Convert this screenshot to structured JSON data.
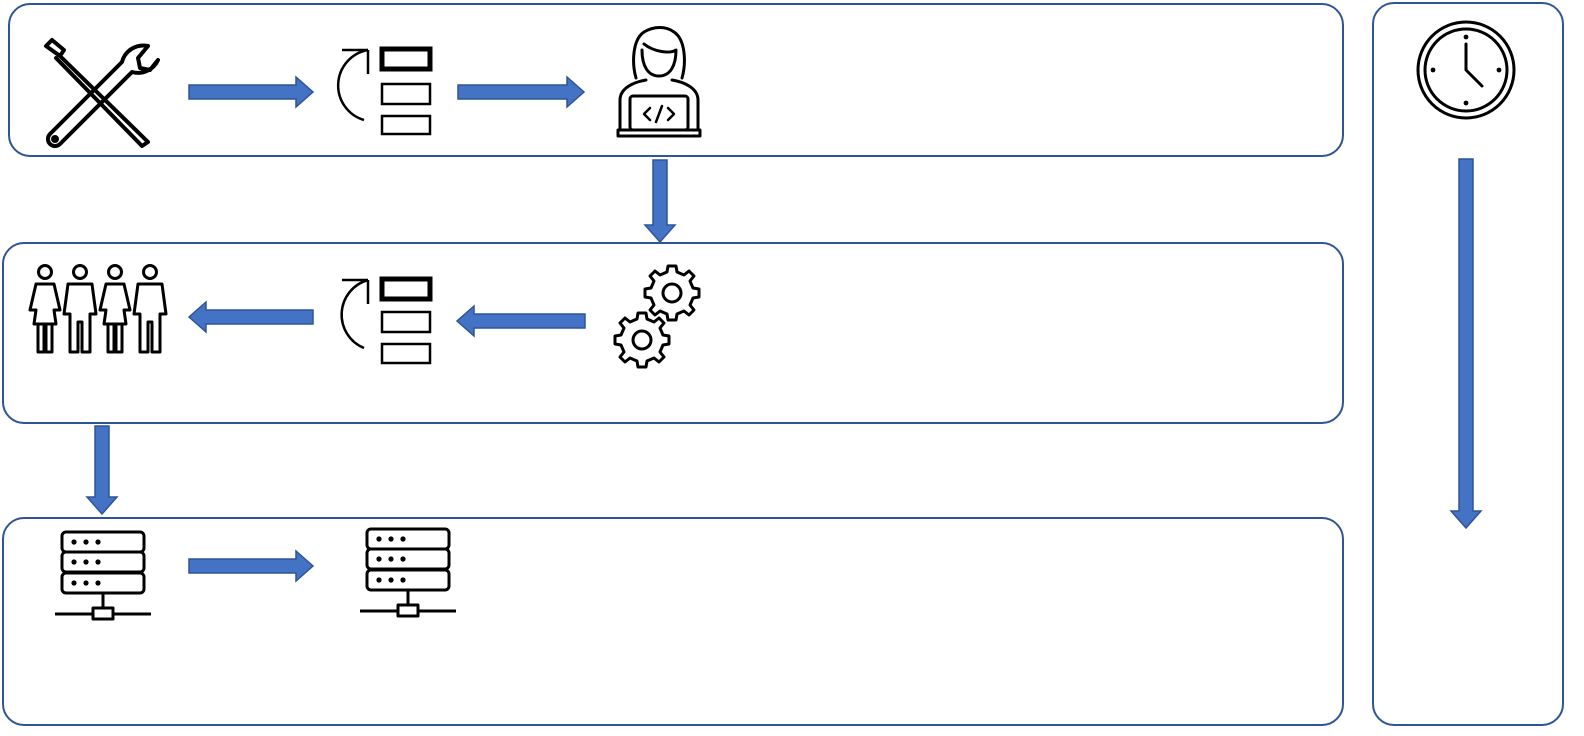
{
  "diagram": {
    "accent_color": "#4472c4",
    "panel_border_color": "#2f5597",
    "icon_color": "#000000",
    "rows": [
      {
        "name": "row-1",
        "flow": "left-to-right",
        "icons": [
          "tools-icon",
          "priority-list-icon",
          "developer-icon"
        ]
      },
      {
        "name": "row-2",
        "flow": "right-to-left",
        "icons": [
          "gears-icon",
          "priority-list-icon",
          "people-group-icon"
        ]
      },
      {
        "name": "row-3",
        "flow": "left-to-right",
        "icons": [
          "server-icon",
          "server-icon"
        ]
      }
    ],
    "timeline": {
      "icon": "clock-icon",
      "direction": "down"
    }
  }
}
